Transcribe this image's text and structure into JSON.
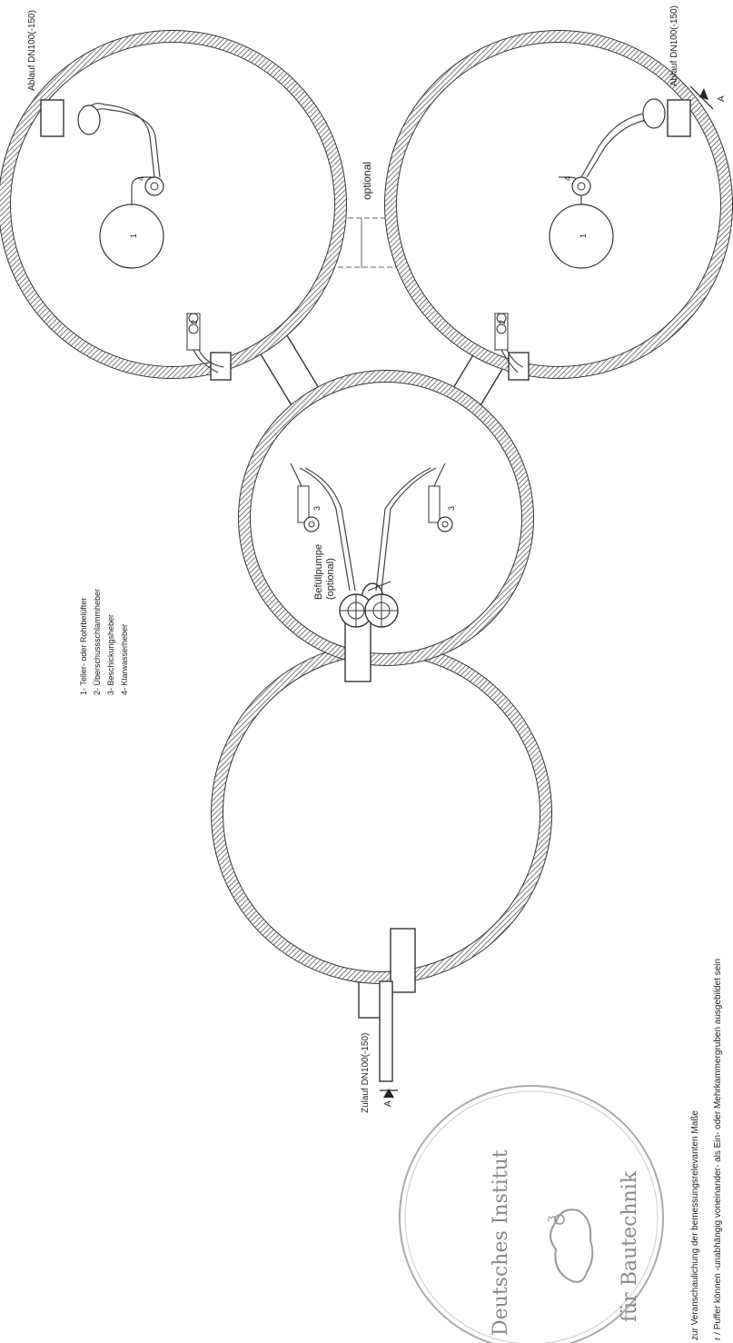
{
  "drawing": {
    "outlet_left": "Ablauf DN100(-150)",
    "outlet_right": "Ablauf DN100(-150)",
    "inlet": "Zulauf DN100(-150)",
    "section_mark": "A",
    "optional_label": "optional",
    "pump_label_1": "Befüllpumpe",
    "pump_label_2": "(optional)",
    "num_1": "1",
    "num_2": "2",
    "num_3": "3",
    "num_4": "4"
  },
  "legend": {
    "items": [
      "1- Teller- oder Rohrbelüfter",
      "2- Überschussschlammheber",
      "3- Beschickungsheber",
      "4- Klarwasserheber"
    ]
  },
  "notes": {
    "line1": "zur Veranschaulichung der bemessungsrelevanten Maße",
    "line2": "r / Puffer können -unabhängig voneinander- als Ein- oder Mehrkammergruben ausgebildet sein"
  },
  "stamp": {
    "line1": "Deutsches Institut",
    "line2": "für Bautechnik",
    "number": "3"
  }
}
